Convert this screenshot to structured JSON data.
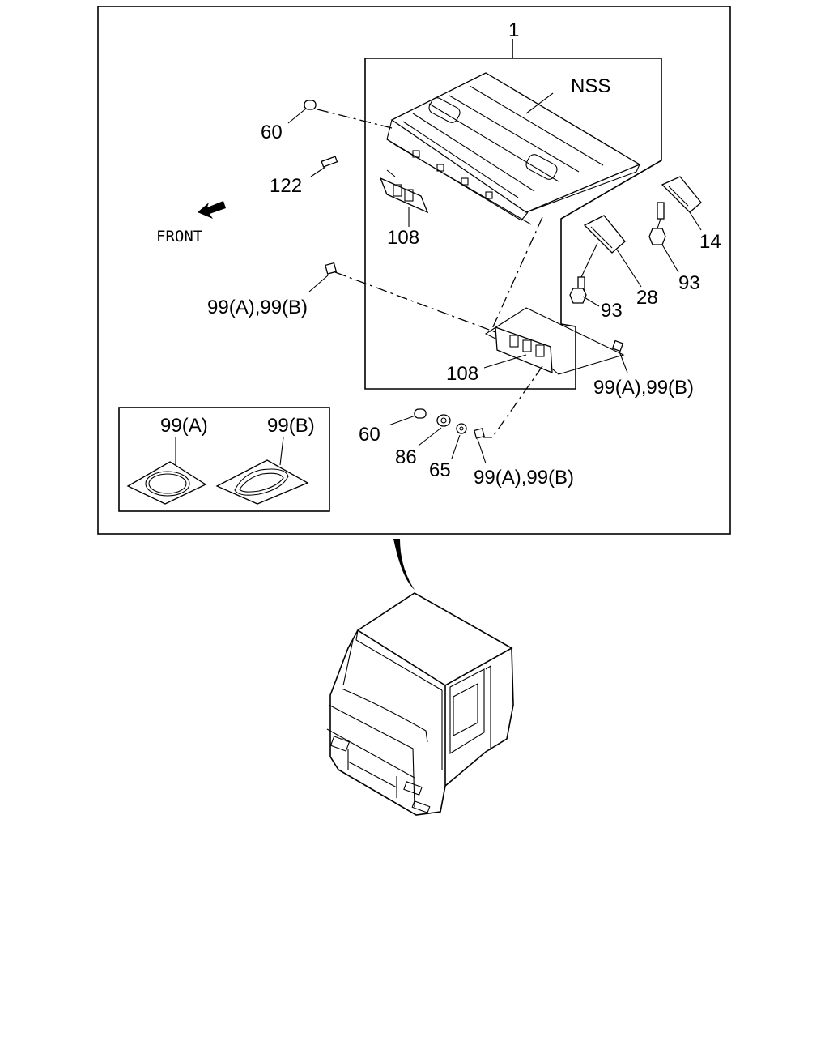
{
  "labels": {
    "assembly": "1",
    "nss": "NSS",
    "front": "FRONT",
    "p60_top": "60",
    "p122": "122",
    "p108_top": "108",
    "p99_left": "99(A),99(B)",
    "p108_mid": "108",
    "p99_right": "99(A),99(B)",
    "p14": "14",
    "p93_right": "93",
    "p28": "28",
    "p93_left": "93",
    "p60_bottom": "60",
    "p86": "86",
    "p65": "65",
    "p99_bottom": "99(A),99(B)",
    "legend_a": "99(A)",
    "legend_b": "99(B)"
  },
  "icons": {
    "front_arrow": "front-arrow-icon"
  }
}
